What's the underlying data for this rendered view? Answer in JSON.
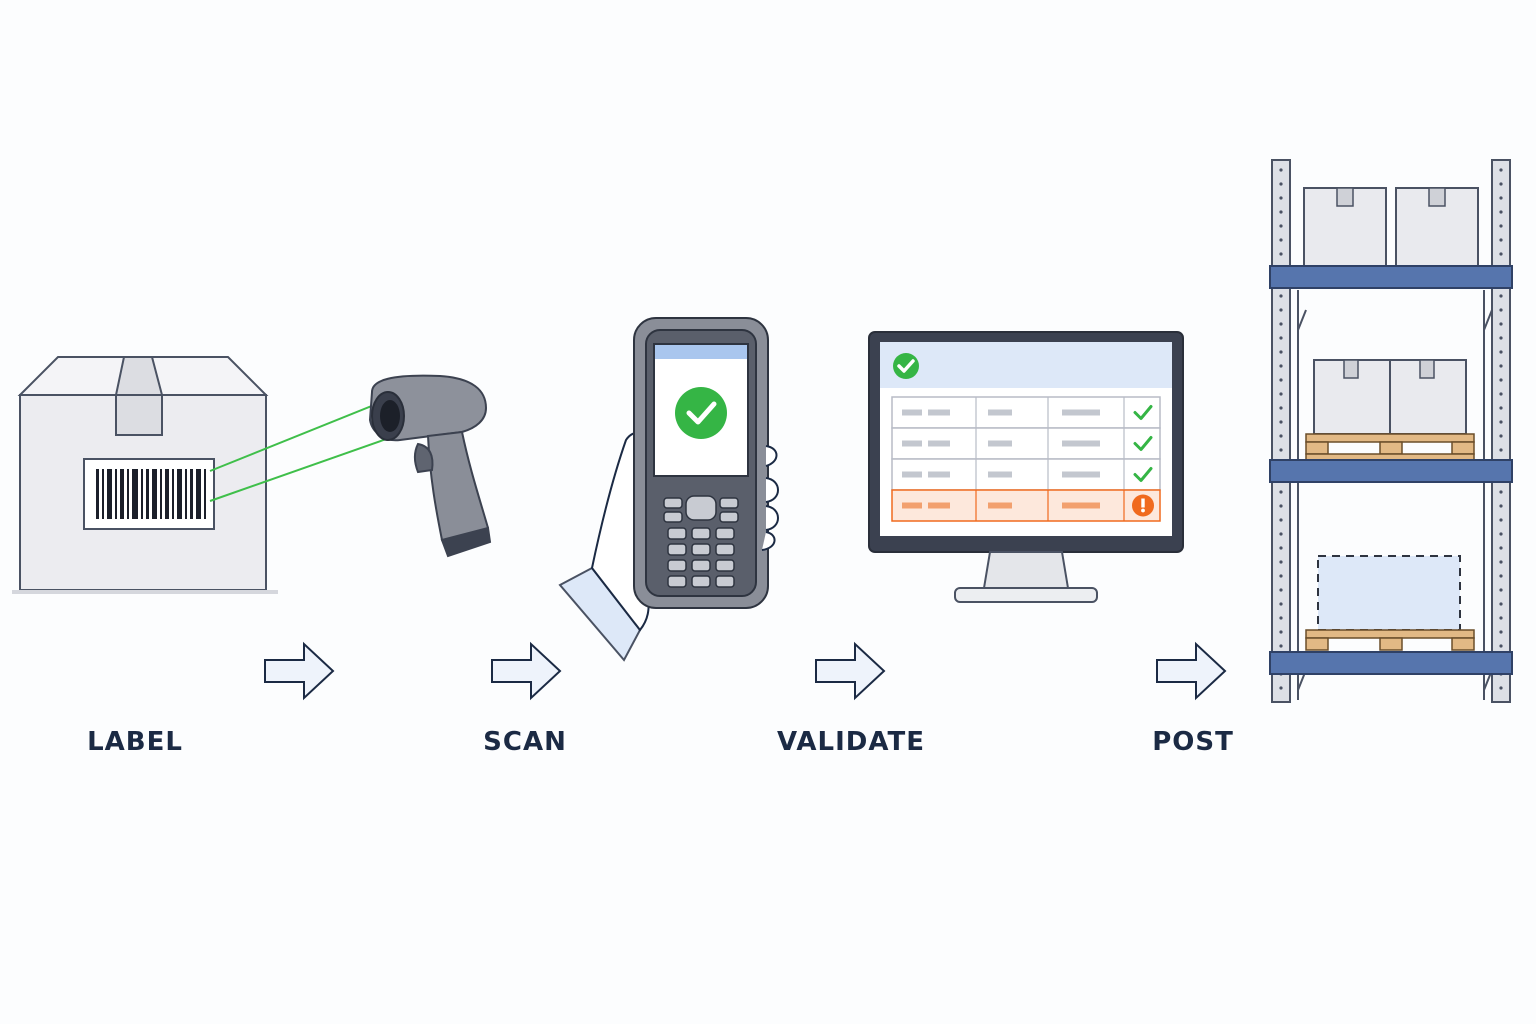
{
  "steps": [
    {
      "id": "label",
      "label": "LABEL"
    },
    {
      "id": "scan",
      "label": "SCAN"
    },
    {
      "id": "validate",
      "label": "VALIDATE"
    },
    {
      "id": "post",
      "label": "POST"
    }
  ],
  "colors": {
    "ink": "#1b2a44",
    "outline": "#4a5263",
    "box_fill": "#ececf0",
    "laser": "#3fbf4a",
    "check": "#35b545",
    "warning": "#f06a1e",
    "warning_row": "#fde8dc",
    "arrow_fill": "#eef3fb",
    "rack_beam": "#5675ad",
    "pallet": "#e2b985",
    "screen_header": "#dde8f8"
  },
  "icons": {
    "box": "shipping-box-icon",
    "barcode": "barcode-icon",
    "scanner": "barcode-scanner-icon",
    "handheld": "handheld-terminal-icon",
    "monitor": "monitor-icon",
    "rack": "warehouse-rack-icon",
    "arrow": "right-arrow-icon"
  },
  "validation_table": {
    "row_status": [
      "ok",
      "ok",
      "ok",
      "error"
    ]
  }
}
